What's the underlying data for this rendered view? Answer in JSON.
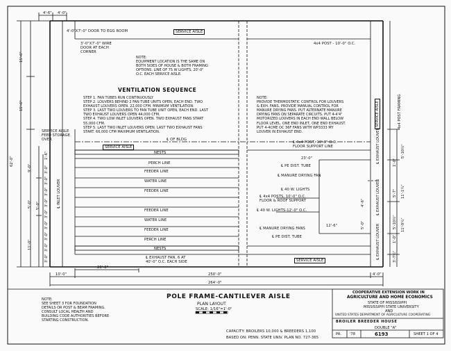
{
  "labels": {
    "door": "4'-0\"X7'-0\" DOOR TO EGG ROOM",
    "wire_door": "3'-0\"X7'-0\" WIRE DOOR AT EACH CORNER",
    "service_aisle_top": "SERVICE AISLE",
    "post_top": "4x4 POST - 10'-0\" O.C.",
    "note_center": [
      "NOTE:",
      "EQUIPMENT LOCATION IS THE SAME ON",
      "BOTH SIDES OF HOUSE & BOTH FRAMING",
      "OPTIONS. LINE OF 75 W LIGHTS, 20'-0\"",
      "O.C. EACH SERVICE AISLE."
    ],
    "vent_title": "VENTILATION SEQUENCE",
    "vent_steps": [
      "STEP 1. FAN TUBES RUN CONTINUOUSLY",
      "STEP 2. LOUVERS BEHIND 2 FAN TUBE UNITS OPEN, EACH END. TWO",
      "            EXHAUST LOUVERS OPEN. 22,000 CFM. MINIMUM VENTILATION.",
      "STEP 3. LAST TWO LOUVERS TO FAN TUBE UNIT OPEN, EACH END. LAST",
      "            TWO EXHAUST LOUVERS OPEN 44,000 CFM.",
      "STEP 4. TWO LOW INLET LOUVERS OPEN. TWO EXHAUST FANS START",
      "            55,000 CFM.",
      "STEP 5. LAST TWO INLET LOUVERS OPEN. LAST TWO EXHAUST FANS",
      "            START. 66,000 CFM MAXIMUM VENTILATION."
    ],
    "note_right": [
      "NOTE:",
      "PROVIDE THERMOSTATIC CONTROL FOR LOUVERS",
      "& EXH. FANS. PROVIDE MANUAL CONTROL FOR",
      "MANURE DRYING FANS. PUT ALTERNATE MANURE",
      "DRYING FANS ON SEPARATE CIRCUITS. PUT 4-4'4\"",
      "MOTORIZED LOUVERS IN EACH END WALL BELOW",
      "FLOOR LEVEL. ONE END INLET, ONE END EXHAUST.",
      "PUT 4-4CME OC 36F FANS WITH WP3333 MY",
      "LOUVER IN EXHAUST END."
    ],
    "post_framing": "4x4 POST FRAMING",
    "service_aisle_vert": "SERVICE AISLE",
    "feed_storage": "SERVICE AISLE FEED STORAGE OVER",
    "cl_bldg": "℄ OF BLDG",
    "service_aisle_mid": "SERVICE AISLE",
    "nests_top": "NESTS",
    "perch_top": "PERCH LINE",
    "feeder_1": "FEEDER LINE",
    "water_1": "WATER LINE",
    "feeder_2": "FEEDER LINE",
    "feeder_3": "FEEDER LINE",
    "water_2": "WATER LINE",
    "feeder_4": "FEEDER LINE",
    "perch_bottom": "PERCH LINE",
    "nests_bottom": "NESTS",
    "exhaust_fan": "℄ EXHAUST FAN, 6 AT 40'-0\" O.C. EACH SIDE",
    "service_aisle_bottom": "SERVICE AISLE",
    "post_floor": "℄ 4x4 POST, 10'-0\" O.C. FLOOR SUPPORT LINE",
    "pe_dist_tube_top": "℄ PE DIST. TUBE",
    "manure_drying_top": "℄ MANURE DRYING FAN",
    "lights_40": "℄ 40 W. LIGHTS",
    "posts_floor_roof": "℄ 4x4 POSTS, 10'-0\" O.C. FLOOR & ROOF SUPPORT",
    "lights_40_12": "℄ 40 W. LIGHTS-12'-0\" O.C.",
    "manure_drying_bottom": "℄ MANURE DRYING FANS",
    "pe_dist_tube_bottom": "℄ PE DIST. TUBE",
    "inlet_louver": "℄ INLET LOUVER",
    "exhaust_louver_1": "℄ EXHAUST LOUVER",
    "exhaust_louver_2": "℄ EXHAUST LOUVER",
    "exhaust_louver_3": "℄ EXHAUST LOUVER",
    "note_bottom": [
      "NOTE:",
      "SEE SHEET 3 FOR FOUNDATION",
      "DETAILS OR POST & BEAM FRAMING.",
      "CONSULT LOCAL HEALTH AND",
      "BUILDING CODE AUTHORITIES BEFORE",
      "STARTING CONSTRUCTION."
    ]
  },
  "dims": {
    "top_left_a": "4'-6\"",
    "top_left_b": "4'-0\"",
    "left_1": "15'-6\"",
    "left_2": "15'-6\"",
    "left_total": "62'-0\"",
    "left_3": "9'-0\"",
    "left_4": "5'-0\"",
    "left_5": "11'-0\"",
    "left_6": "5'-0\"",
    "left_small": [
      "1'-6\"",
      "3'-0\"",
      "3'-0\"",
      "3'-0\"",
      "3'-0\"",
      "3'-0\"",
      "3'-0\"",
      "3'-0\"",
      "3'-0\"",
      "3'-0\"",
      "3'-0\""
    ],
    "bottom_20": "20'-0\"",
    "bottom_10": "10'-0\"",
    "bottom_250": "250'-0\"",
    "bottom_4": "4'-0\"",
    "bottom_264": "264'-0\"",
    "r_23": "23'-0\"",
    "r_12": "12'-6\"",
    "r_vert": [
      "5'-10½\"",
      "1'-0\"",
      "11'-1¼\"",
      "5'-7\"",
      "11'-9¼\"",
      "5'-10½\"",
      "1'-0\"",
      "3'-7½\"",
      "3'-7½\"",
      "4'-6\"",
      "5'-0\""
    ]
  },
  "title_block": {
    "main": "POLE FRAME-CANTILEVER AISLE",
    "sub": "PLAN LAYOUT",
    "scale": "SCALE: 1/16\"=1'-0\"",
    "capacity": "CAPACITY: BROILERS 10,000 & BREEDERS 1,100",
    "based_on": "BASED ON: PENN. STATE UNIV. PLAN NO. 727-365",
    "coop_1": "COOPERATIVE EXTENSION WORK IN",
    "coop_2": "AGRICULTURE AND HOME ECONOMICS",
    "state": "STATE OF MISSISSIPPI",
    "univ": "MISSISSIPPI STATE UNIVERSITY",
    "and": "AND",
    "usda": "UNITED STATES DEPARTMENT OF AGRICULTURE COOPERATING",
    "house": "BROILER BREEDER HOUSE",
    "double": "DOUBLE \"A\"",
    "pa": "PA.",
    "year": "'78",
    "plan_no": "6193",
    "sheet": "SHEET 1 OF 4"
  }
}
